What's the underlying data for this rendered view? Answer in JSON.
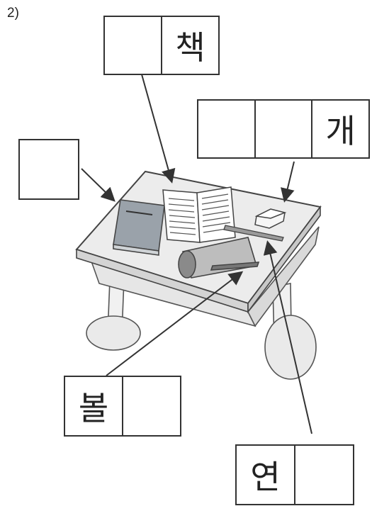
{
  "question_number": "2)",
  "boxes": {
    "book": {
      "cells": [
        "",
        "책"
      ]
    },
    "notebook": {
      "cells": [
        ""
      ]
    },
    "eraser": {
      "cells": [
        "",
        "",
        "개"
      ]
    },
    "pencil_case": {
      "cells": [
        "볼",
        ""
      ]
    },
    "pencil": {
      "cells": [
        "연",
        ""
      ]
    }
  }
}
